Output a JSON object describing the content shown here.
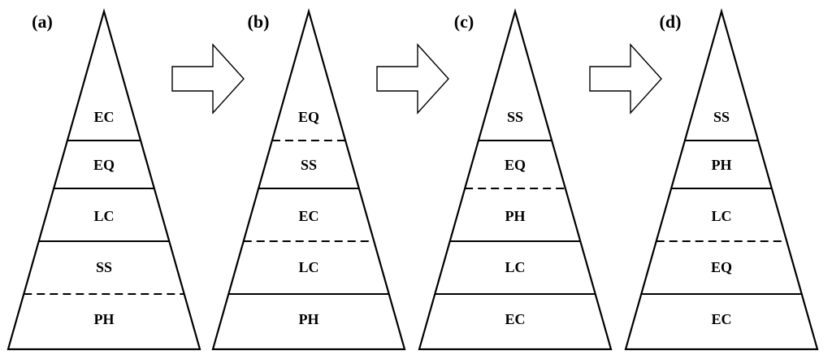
{
  "colors": {
    "stroke": "#000000",
    "arrow_fill": "#ffffff",
    "background": "#ffffff"
  },
  "panels": [
    {
      "label": "(a)",
      "layers": [
        "EC",
        "EQ",
        "LC",
        "SS",
        "PH"
      ],
      "boundaries": [
        "solid",
        "solid",
        "solid",
        "dashed"
      ]
    },
    {
      "label": "(b)",
      "layers": [
        "EQ",
        "SS",
        "EC",
        "LC",
        "PH"
      ],
      "boundaries": [
        "dashed",
        "solid",
        "dashed",
        "solid"
      ]
    },
    {
      "label": "(c)",
      "layers": [
        "SS",
        "EQ",
        "PH",
        "LC",
        "EC"
      ],
      "boundaries": [
        "solid",
        "dashed",
        "solid",
        "solid"
      ]
    },
    {
      "label": "(d)",
      "layers": [
        "SS",
        "PH",
        "LC",
        "EQ",
        "EC"
      ],
      "boundaries": [
        "solid",
        "solid",
        "dashed",
        "solid"
      ]
    }
  ],
  "arrows": [
    {
      "from": "(a)",
      "to": "(b)",
      "icon": "right-arrow-outline-icon"
    },
    {
      "from": "(b)",
      "to": "(c)",
      "icon": "right-arrow-outline-icon"
    },
    {
      "from": "(c)",
      "to": "(d)",
      "icon": "right-arrow-outline-icon"
    }
  ]
}
